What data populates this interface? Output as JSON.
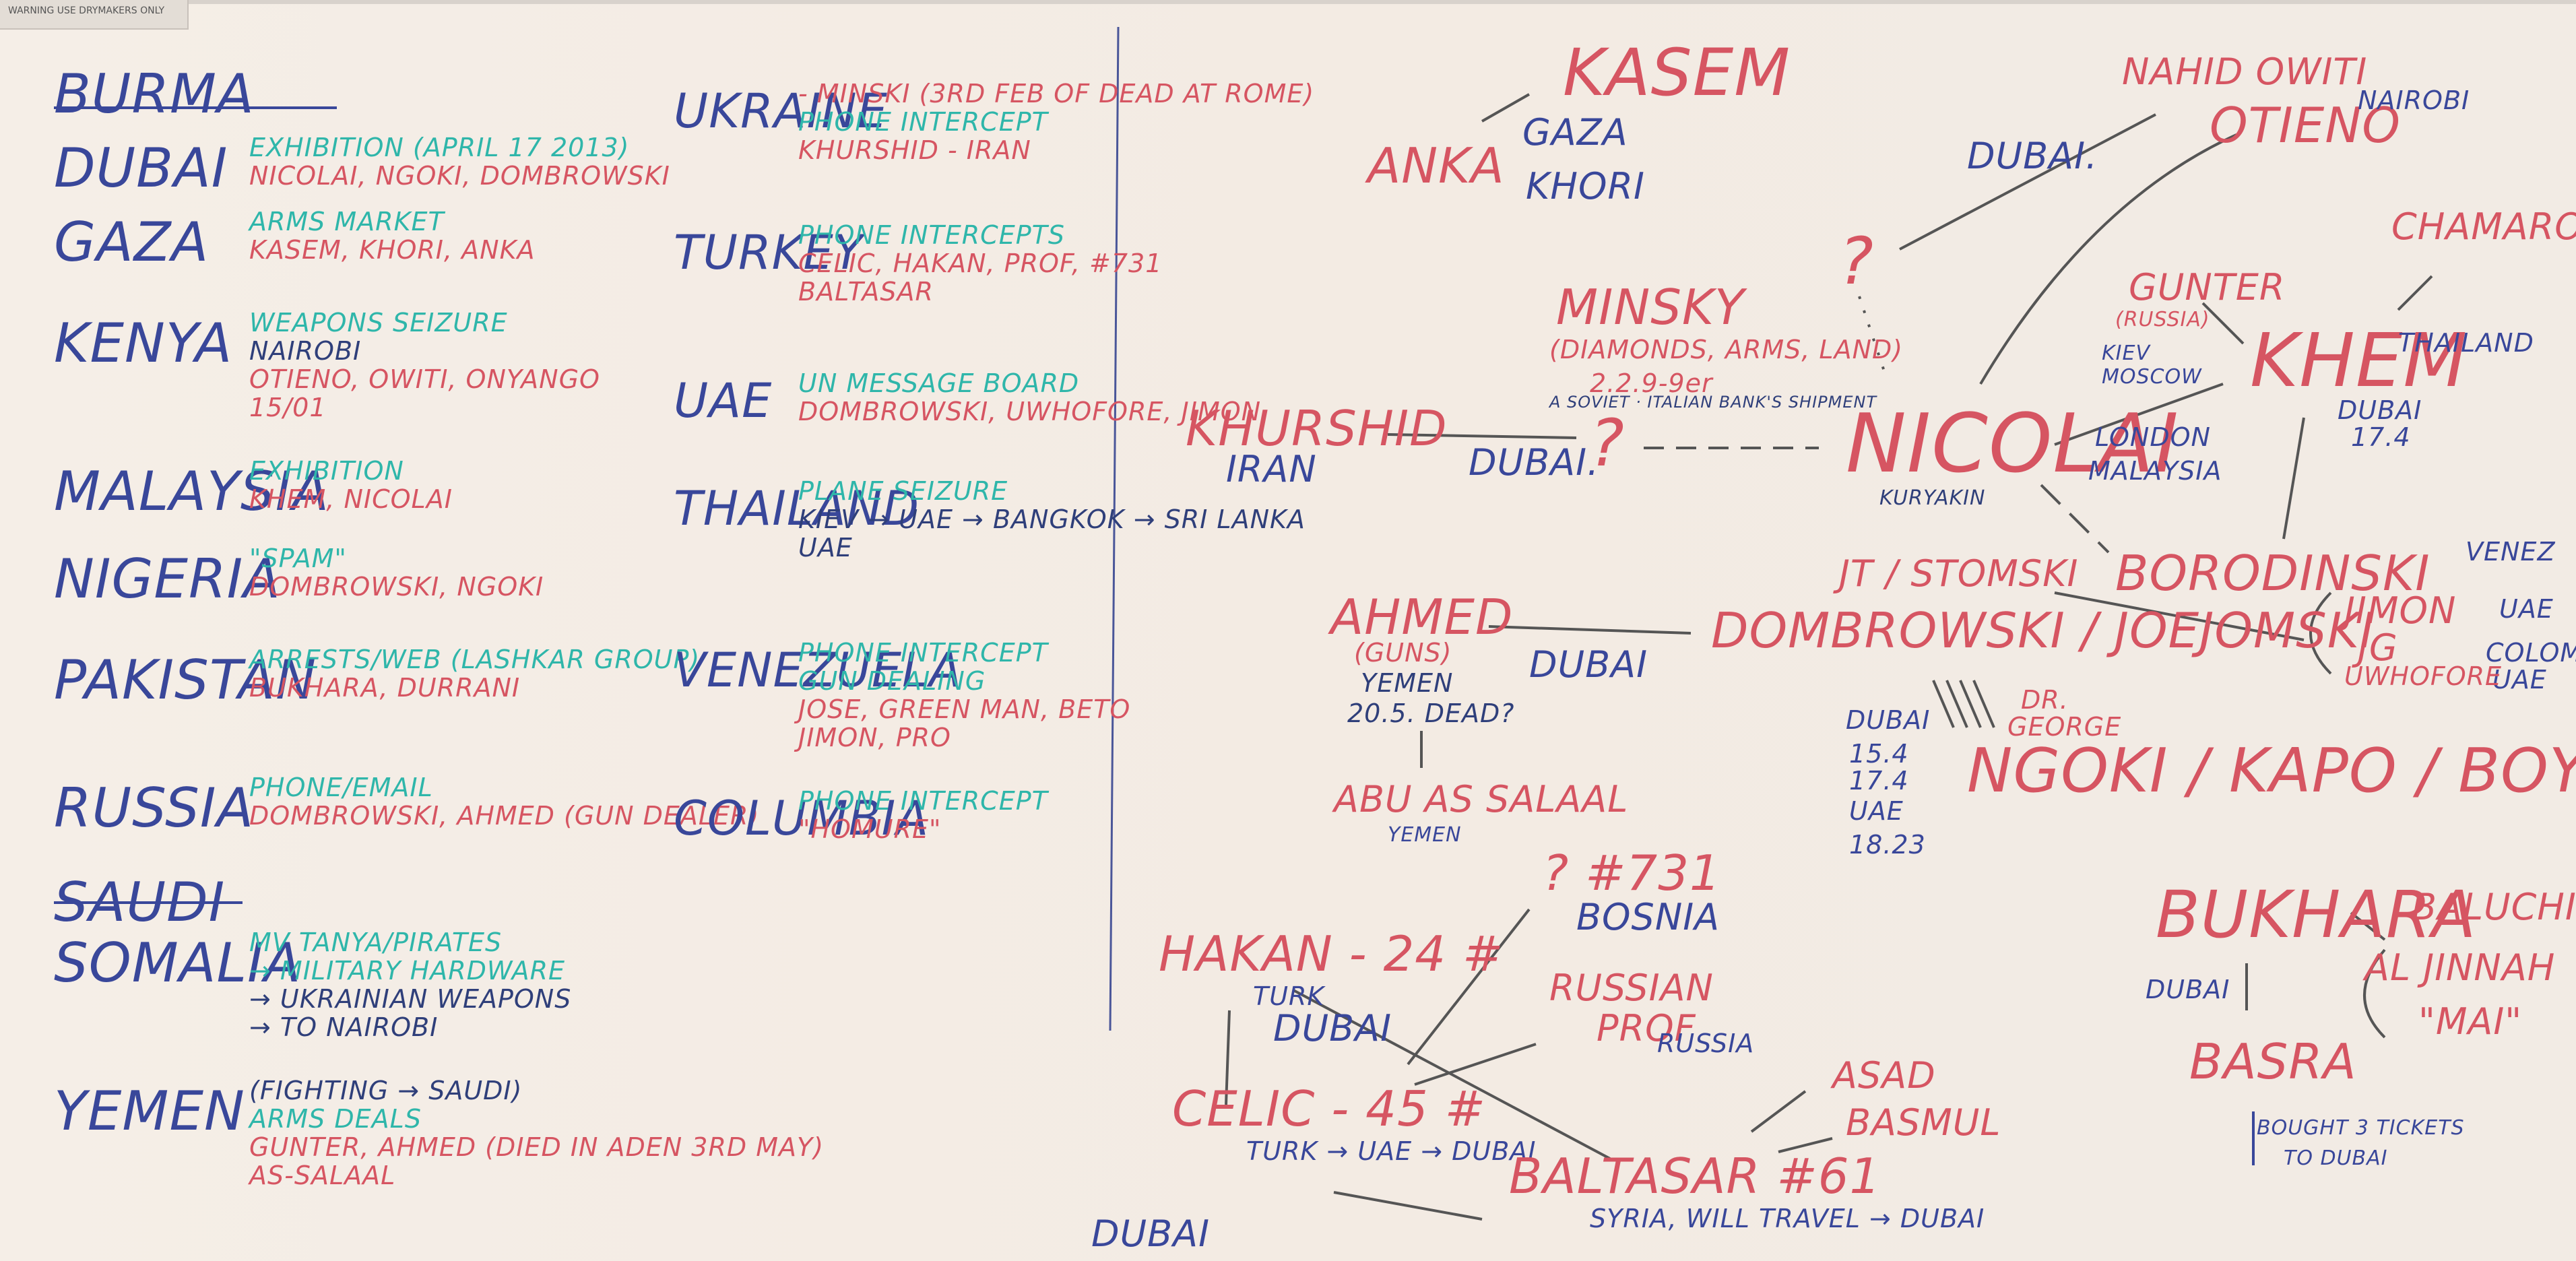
{
  "sticker": "WARNING USE DRYMAKERS ONLY",
  "left": {
    "col1": [
      {
        "key": "burma",
        "country": "BURMA",
        "lines": []
      },
      {
        "key": "dubai",
        "country": "DUBAI",
        "lines": [
          {
            "t": "EXHIBITION (APRIL 17 2013)",
            "c": "teal"
          },
          {
            "t": "NICOLAI, NGOKI, DOMBROWSKI",
            "c": "red"
          }
        ]
      },
      {
        "key": "gaza",
        "country": "GAZA",
        "lines": [
          {
            "t": "ARMS MARKET",
            "c": "teal"
          },
          {
            "t": "KASEM, KHORI, ANKA",
            "c": "red"
          }
        ]
      },
      {
        "key": "kenya",
        "country": "KENYA",
        "lines": [
          {
            "t": "WEAPONS SEIZURE",
            "c": "teal"
          },
          {
            "t": "NAIROBI",
            "c": "navy"
          },
          {
            "t": "OTIENO, OWITI, ONYANGO",
            "c": "red"
          },
          {
            "t": "15/01",
            "c": "red"
          }
        ]
      },
      {
        "key": "malaysia",
        "country": "MALAYSIA",
        "lines": [
          {
            "t": "EXHIBITION",
            "c": "teal"
          },
          {
            "t": "KHEM, NICOLAI",
            "c": "red"
          }
        ]
      },
      {
        "key": "nigeria",
        "country": "NIGERIA",
        "lines": [
          {
            "t": "\"SPAM\"",
            "c": "teal"
          },
          {
            "t": "DOMBROWSKI, NGOKI",
            "c": "red"
          }
        ]
      },
      {
        "key": "pakistan",
        "country": "PAKISTAN",
        "lines": [
          {
            "t": "ARRESTS/WEB (LASHKAR GROUP)",
            "c": "teal"
          },
          {
            "t": "BUKHARA, DURRANI",
            "c": "red"
          }
        ]
      },
      {
        "key": "russia",
        "country": "RUSSIA",
        "lines": [
          {
            "t": "PHONE/EMAIL",
            "c": "teal"
          },
          {
            "t": "DOMBROWSKI, AHMED (GUN DEALER)",
            "c": "red"
          }
        ]
      },
      {
        "key": "saudi",
        "country": "SAUDI",
        "lines": []
      },
      {
        "key": "somalia",
        "country": "SOMALIA",
        "lines": [
          {
            "t": "MV TANYA/PIRATES",
            "c": "teal"
          },
          {
            "t": "→ MILITARY HARDWARE",
            "c": "teal"
          },
          {
            "t": "→ UKRAINIAN WEAPONS",
            "c": "navy"
          },
          {
            "t": "→ TO NAIROBI",
            "c": "navy"
          }
        ]
      },
      {
        "key": "yemen",
        "country": "YEMEN",
        "lines": [
          {
            "t": "(FIGHTING → SAUDI)",
            "c": "navy"
          },
          {
            "t": "ARMS DEALS",
            "c": "teal"
          },
          {
            "t": "GUNTER, AHMED (DIED IN ADEN 3RD MAY)",
            "c": "red"
          },
          {
            "t": "AS-SALAAL",
            "c": "red"
          }
        ]
      }
    ],
    "col2": [
      {
        "key": "ukraine",
        "country": "UKRAINE",
        "lines": [
          {
            "t": "- MINSKI (3RD FEB OF DEAD AT ROME)",
            "c": "red"
          },
          {
            "t": "PHONE INTERCEPT",
            "c": "teal"
          },
          {
            "t": "KHURSHID - IRAN",
            "c": "red"
          }
        ]
      },
      {
        "key": "turkey",
        "country": "TURKEY",
        "lines": [
          {
            "t": "PHONE INTERCEPTS",
            "c": "teal"
          },
          {
            "t": "CELIC, HAKAN, PROF, #731",
            "c": "red"
          },
          {
            "t": "BALTASAR",
            "c": "red"
          }
        ]
      },
      {
        "key": "uae",
        "country": "UAE",
        "lines": [
          {
            "t": "UN MESSAGE BOARD",
            "c": "teal"
          },
          {
            "t": "DOMBROWSKI, UWHOFORE, JIMON",
            "c": "red"
          }
        ]
      },
      {
        "key": "thailand",
        "country": "THAILAND",
        "lines": [
          {
            "t": "PLANE SEIZURE",
            "c": "teal"
          },
          {
            "t": "KIEV → UAE → BANGKOK → SRI LANKA",
            "c": "navy"
          },
          {
            "t": "UAE",
            "c": "navy"
          }
        ]
      },
      {
        "key": "venezuela",
        "country": "VENEZUELA",
        "lines": [
          {
            "t": "PHONE INTERCEPT",
            "c": "teal"
          },
          {
            "t": "GUN DEALING",
            "c": "teal"
          },
          {
            "t": "JOSE, GREEN MAN, BETO",
            "c": "red"
          },
          {
            "t": "JIMON, PRO",
            "c": "red"
          }
        ]
      },
      {
        "key": "columbia",
        "country": "COLUMBIA",
        "lines": [
          {
            "t": "PHONE INTERCEPT",
            "c": "teal"
          },
          {
            "t": "\"HOMURE\"",
            "c": "red"
          }
        ]
      }
    ]
  },
  "network": {
    "kasem": "KASEM",
    "anka": "ANKA",
    "gaza": "GAZA",
    "khori": "KHORI",
    "nahid": "NAHID OWITI",
    "otieno": "OTIENO",
    "nairobi": "NAIROBI",
    "dubai_top": "DUBAI.",
    "chamarong": "CHAMARONG",
    "minsky": "MINSKY",
    "minsky_sub": "(DIAMONDS, ARMS, LAND)",
    "minsky_date": "2.2.9-9er",
    "minsky_note": "A SOVIET · ITALIAN BANK'S SHIPMENT",
    "q_top": "?",
    "khurshid": "KHURSHID",
    "iran": "IRAN",
    "dubai_k": "DUBAI.",
    "q_mid": "?",
    "nicolai": "NICOLAI",
    "nicolai_sub": "KURYAKIN",
    "gunter": "GUNTER",
    "gunter_sub": "(RUSSIA)",
    "gunter_loc1": "KIEV",
    "gunter_loc2": "MOSCOW",
    "khem": "KHEM",
    "thailand": "THAILAND",
    "dubai_khem": "DUBAI",
    "khem_date": "17.4",
    "london": "LONDON",
    "malaysia": "MALAYSIA",
    "jt": "JT / STOMSKI",
    "borodinski": "BORODINSKI",
    "venez": "VENEZ",
    "venez2": "UAE",
    "colom": "COLOM",
    "colom2": "UAE",
    "jimon": "JIMON",
    "jg": "JG",
    "uwhofore": "UWHOFORE",
    "ahmed": "AHMED",
    "ahmed_sub": "(GUNS)",
    "yemen": "YEMEN",
    "ahmed_date": "20.5. DEAD?",
    "dubai_ahmed": "DUBAI",
    "dombrowski": "DOMBROWSKI / JOEJOMSKI",
    "dubai_dates": "DUBAI",
    "d1": "15.4",
    "d2": "17.4",
    "uae": "UAE",
    "d3": "18.23",
    "dr": "DR.",
    "george": "GEORGE",
    "ngoki": "NGOKI / KAPO / BOYD",
    "assalaal": "ABU AS SALAAL",
    "yemen2": "YEMEN",
    "n731": "? #731",
    "bosnia": "BOSNIA",
    "hakan": "HAKAN - 24 #",
    "hakan_sub1": "TURK",
    "hakan_sub2": "DUBAI",
    "russian_prof": "RUSSIAN",
    "prof": "PROF",
    "russia_loc": "RUSSIA",
    "celic": "CELIC - 45 #",
    "celic_route": "TURK → UAE → DUBAI",
    "asad": "ASAD",
    "basmul": "BASMUL",
    "baltasar": "BALTASAR #61",
    "syria": "SYRIA, WILL TRAVEL → DUBAI",
    "dubai_bottom": "DUBAI",
    "bukhara": "BUKHARA",
    "dubai_bk": "DUBAI",
    "basra": "BASRA",
    "baluchi": "BALUCHI",
    "aljinnah": "AL JINNAH",
    "mai": "\"MAI\"",
    "tickets": "BOUGHT 3 TICKETS",
    "tickets2": "TO DUBAI"
  },
  "colors": {
    "blue": "#39479a",
    "red": "#d65562",
    "teal": "#2fb6aa",
    "line": "#5a5a5a",
    "board": "#f3ece4"
  }
}
